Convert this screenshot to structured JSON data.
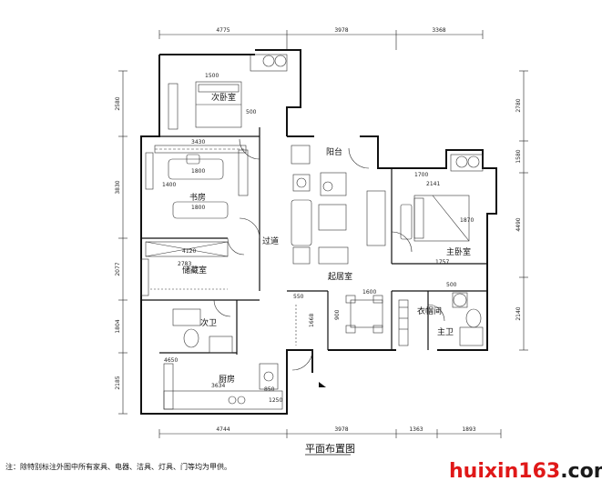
{
  "title": "平面布置图",
  "note": "注：除特别标注外图中所有家具、电器、洁具、灯具、门等均为甲供。",
  "watermark": {
    "part1": "huixin163",
    "part2": ".com",
    "color1": "#e01818",
    "color2": "#1a1a1a"
  },
  "rooms": {
    "second_bedroom": "次卧室",
    "study": "书房",
    "storage": "储藏室",
    "corridor": "过道",
    "balcony": "阳台",
    "living_room": "起居室",
    "master_bedroom": "主卧室",
    "cloakroom": "衣帽间",
    "master_bath": "主卫",
    "second_bath": "次卫",
    "kitchen": "厨房"
  },
  "dimensions": {
    "top": [
      "4775",
      "3978",
      "3368"
    ],
    "bottom": [
      "4744",
      "3978",
      "1363",
      "1893"
    ],
    "left": [
      "2580",
      "3830",
      "2077",
      "1804",
      "2185"
    ],
    "right": [
      "2780",
      "1580",
      "4490",
      "2140"
    ],
    "inner": [
      "1500",
      "500",
      "3430",
      "1800",
      "1400",
      "1800",
      "4120",
      "2783",
      "550",
      "1600",
      "1700",
      "2141",
      "1870",
      "1757",
      "500",
      "1668",
      "900",
      "4650",
      "3634",
      "850",
      "1250"
    ]
  }
}
